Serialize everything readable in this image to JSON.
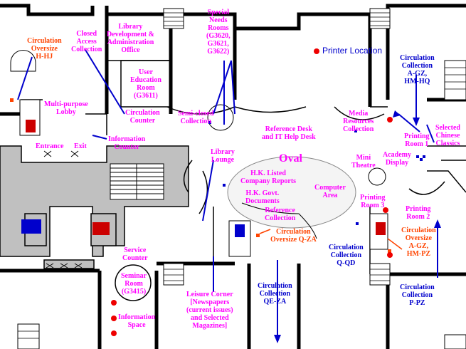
{
  "map": {
    "colors": {
      "wall": "#000000",
      "corridor": "#c0c0c0",
      "magenta_label": "#ff00ff",
      "blue_label": "#0000cc",
      "orange_label": "#ff4400",
      "printer_dot": "#ee0000"
    },
    "legend": {
      "printer_location": "Printer Location"
    },
    "areas": {
      "circulation_oversize_hhj": [
        "Circulation",
        "Oversize",
        "H-HJ"
      ],
      "closed_access": [
        "Closed",
        "Access",
        "Collection"
      ],
      "library_dev": [
        "Library",
        "Development &",
        "Administration",
        "Office"
      ],
      "user_education": [
        "User",
        "Education",
        "Room",
        "(G3611)"
      ],
      "special_needs": [
        "Special",
        "Needs",
        "Rooms",
        "(G3620,",
        "G3621,",
        "G3622)"
      ],
      "multi_purpose": [
        "Multi-purpose",
        "Lobby"
      ],
      "circulation_counter": [
        "Circulation",
        "Counter"
      ],
      "semi_closed": [
        "Semi-closed",
        "Collection"
      ],
      "reference_desk": [
        "Reference Desk",
        "and IT Help Desk"
      ],
      "media_resources": [
        "Media",
        "Resources",
        "Collection"
      ],
      "circulation_agz_hmhq": [
        "Circulation",
        "Collection",
        "A-GZ,",
        "HM-HQ"
      ],
      "printing_room_1": [
        "Printing",
        "Room 1"
      ],
      "selected_chinese": [
        "Selected",
        "Chinese",
        "Classics"
      ],
      "information_counter": [
        "Information",
        "Counter"
      ],
      "entrance": "Entrance",
      "exit": "Exit",
      "library_lounge": [
        "Library",
        "Lounge"
      ],
      "oval": "Oval",
      "hk_listed": [
        "H.K. Listed",
        "Company Reports"
      ],
      "hk_govt": [
        "H.K. Govt.",
        "Documents"
      ],
      "reference_collection": [
        "Reference",
        "Collection"
      ],
      "computer_area": [
        "Computer",
        "Area"
      ],
      "mini_theatre": [
        "Mini",
        "Theatre"
      ],
      "academy_display": [
        "Academy",
        "Display"
      ],
      "printing_room_3": [
        "Printing",
        "Room 3"
      ],
      "printing_room_2": [
        "Printing",
        "Room 2"
      ],
      "circulation_oversize_qza": [
        "Circulation",
        "Oversize Q-ZA"
      ],
      "circulation_oversize_agz": [
        "Circulation",
        "Oversize",
        "A-GZ,",
        "HM-PZ"
      ],
      "circulation_q_qd": [
        "Circulation",
        "Collection",
        "Q-QD"
      ],
      "service_counter": [
        "Service",
        "Counter"
      ],
      "seminar_room": [
        "Seminar",
        "Room",
        "(G3415)"
      ],
      "information_space": [
        "Information",
        "Space"
      ],
      "leisure_corner": [
        "Leisure Corner",
        "[Newspapers",
        "(current issues)",
        "and Selected",
        "Magazines]"
      ],
      "circulation_qe_za": [
        "Circulation",
        "Collection",
        "QE-ZA"
      ],
      "circulation_p_pz": [
        "Circulation",
        "Collection",
        "P-PZ"
      ]
    }
  }
}
